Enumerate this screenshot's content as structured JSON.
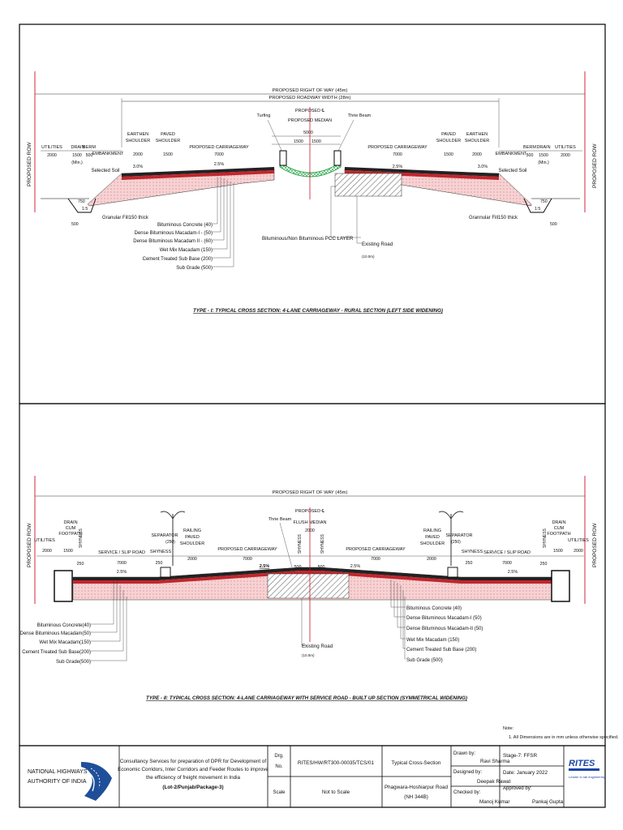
{
  "section1": {
    "caption": "TYPE - I: TYPICAL CROSS SECTION: 4-LANE CARRIAGEWAY - RURAL SECTION (LEFT SIDE  WIDENING)",
    "dims": {
      "row": "PROPOSED RIGHT OF WAY (45m)",
      "roadway": "PROPOSED ROADWAY WIDTH (28m)",
      "median_c": "PROPOSED ℄",
      "median": "PROPOSED MEDIAN",
      "median_w": "5000",
      "half1": "1500",
      "half2": "1500"
    },
    "row_label": "PROPOSED ROW",
    "left": {
      "utilities": "UTILITIES",
      "utilities_w": "2000",
      "drain": "DRAIN",
      "drain_w": "1500",
      "drain_min": "(Min.)",
      "berm": "BERM",
      "berm_w": "500",
      "embankment": "EMBANKMENT",
      "earthen": "EARTHEN",
      "shoulder": "SHOULDER",
      "earthen_w": "2000",
      "paved": "PAVED",
      "paved_w": "1500",
      "carriageway": "PROPOSED CARRIAGEWAY",
      "carriageway_w": "7000",
      "slope_sh": "3.0%",
      "slope_cw": "2.5%",
      "selected_soil": "Selected Soil",
      "h750": "750",
      "h500": "500",
      "ratio": "1:5",
      "granular": "Granular Fill150 thick"
    },
    "right": {
      "carriageway": "PROPOSED CARRIAGEWAY",
      "carriageway_w": "7000",
      "paved": "PAVED",
      "shoulder": "SHOULDER",
      "paved_w": "1500",
      "earthen": "EARTHEN",
      "earthen_w": "2000",
      "embankment": "EMBANKMENT",
      "berm": "BERM",
      "berm_w": "500",
      "drain": "DRAIN",
      "drain_w": "1500",
      "drain_min": "(Min.)",
      "utilities": "UTILITIES",
      "utilities_w": "2000",
      "slope_cw": "2.5%",
      "slope_sh": "3.0%",
      "selected_soil": "Selected Soil",
      "h750": "750",
      "h500": "500",
      "ratio": "1:5",
      "granular": "Grannular Fill150 thick"
    },
    "turfing": "Turfing",
    "thrie_beam": "Thrie Beam",
    "layers": [
      "Bituminous Concrete (40)",
      "Dense Bituminous Macadam-I - (50)",
      "Dense Bituminous Macadam II - (60)",
      "Wet Mix Macadam (150)",
      "Cement Treated Sub Base (200)",
      "Sub Grade (500)"
    ],
    "pcc": "Bituminous/Non Bituminous PCC LAYER",
    "existing": "Existing Road",
    "existing_ch": "(10.0m)"
  },
  "section2": {
    "caption": "TYPE - II: TYPICAL CROSS SECTION: 4-LANE CARRIAGEWAY WITH SERVICE ROAD - BUILT UP SECTION  (SYMMETRICAL WIDENING)",
    "row": "PROPOSED RIGHT OF WAY (45m)",
    "row_label": "PROPOSED ROW",
    "median_c": "PROPOSED ℄",
    "flush_median": "FLUSH MEDIAN",
    "median_w": "2000",
    "thrie_beam": "Thrie Beam",
    "left": {
      "utilities": "UTILITIES",
      "utilities_w": "2000",
      "drain": "DRAIN",
      "cum": "CUM",
      "footpath": "FOOTPATH",
      "footpath_w": "1500",
      "shyness": "SHYNESS",
      "shyness_w": "250",
      "service": "SERVICE / SLIP ROAD",
      "service_w": "7000",
      "separator": "SEPARATOR",
      "separator_w": "(250)",
      "railing": "RAILING",
      "paved": "PAVED",
      "shoulder": "SHOULDER",
      "paved_w": "2000",
      "shyness2": "SHYNESS",
      "shyness2_w": "250",
      "carriageway": "PROPOSED CARRIAGEWAY",
      "carriageway_w": "7000",
      "slope_sr": "2.5%",
      "slope_cw": "2.5%",
      "shyness_m": "SHYNESS",
      "shyness_m_w": "500"
    },
    "right": {
      "shyness_m": "SHYNESS",
      "shyness_m_w": "500",
      "carriageway": "PROPOSED CARRIAGEWAY",
      "carriageway_w": "7000",
      "railing": "RAILING",
      "paved": "PAVED",
      "shoulder": "SHOULDER",
      "paved_w": "2000",
      "separator": "SEPARATOR",
      "separator_w": "(250)",
      "shyness": "SHYNESS",
      "shyness_w": "250",
      "service": "SERVICE / SLIP ROAD",
      "service_w": "7000",
      "shyness2": "SHYNESS",
      "shyness2_w": "250",
      "drain": "DRAIN",
      "cum": "CUM",
      "footpath": "FOOTPATH",
      "footpath_w": "1500",
      "utilities": "UTILITIES",
      "utilities_w": "2000",
      "slope_cw": "2.5%",
      "slope_sr": "2.5%"
    },
    "layers_left": [
      "Bituminous Concrete(40)",
      "Dense Bituminous Macadam(50)",
      "Wet Mix Macadam(150)",
      "Cement Treated Sub Base(200)",
      "Sub Grade(500)"
    ],
    "layers_right": [
      "Bituminous Concrete (40)",
      "Dense Bituminous Macadam-I (50)",
      "Dense Bituminous Macadam-II (50)",
      "Wet Mix Macadam (150)",
      "Cement Treated Sub Base (200)",
      "Sub Grade (500)"
    ],
    "existing": "Existing Road",
    "existing_ch": "(10.0m)"
  },
  "note": {
    "title": "Note:",
    "line": "1. All Dimensions are in mm unless otherwise specified."
  },
  "title_block": {
    "authority_1": "NATIONAL HIGHWAYS",
    "authority_2": "AUTHORITY OF INDIA",
    "project_1": "Consultancy Services for preparation of DPR for Development of",
    "project_2": "Economic Corridors, Inter Corridors and Feeder Routes to improve",
    "project_3": "the efficiency of freight movement in India",
    "project_4": "(Lot-2/Punjab/Package-3)",
    "drg_no_label_1": "Drg.",
    "drg_no_label_2": "No.",
    "drg_no": "RITES/HW/RT300-00035/TCS/01",
    "drawing_title": "Typical Cross-Section",
    "scale_label": "Scale",
    "scale": "Not to Scale",
    "road_1": "Phagwara-Hoshiarpur Road",
    "road_2": "(NH 344B)",
    "drawn_by_label": "Drawn by:",
    "drawn_by": "Ravi Sharma",
    "designed_by_label": "Designed by:",
    "designed_by": "Deepak Rawat",
    "checked_by_label": "Checked by:",
    "checked_by": "Manoj Kumar",
    "stage": "Stage-7:  FFSR",
    "date": "Date: January 2022",
    "approved_by_label": "Approved by:",
    "approved_by": "Pankaj Gupta",
    "rites": "RITES",
    "rites_tag": "Leader in rail engineering"
  },
  "colors": {
    "row_line": "#d0102a",
    "green_median": "#2aa64a",
    "layer_pink": "#f3c3c3",
    "nhai_blue": "#1f4f9a",
    "rites_blue": "#1a46a8"
  }
}
